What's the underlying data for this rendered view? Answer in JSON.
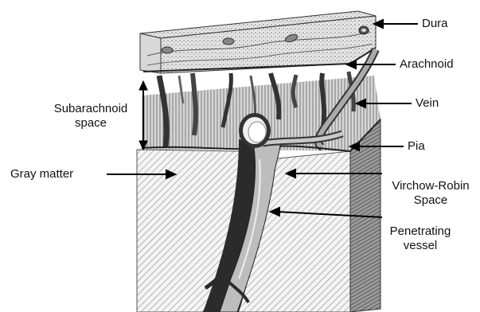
{
  "labels": {
    "dura": "Dura",
    "arachnoid": "Arachnoid",
    "vein": "Vein",
    "pia": "Pia",
    "subarachnoid_line1": "Subarachnoid",
    "subarachnoid_line2": "space",
    "gray_matter": "Gray matter",
    "virchow_line1": "Virchow-Robin",
    "virchow_line2": "Space",
    "penetrating_line1": "Penetrating",
    "penetrating_line2": "vessel"
  }
}
